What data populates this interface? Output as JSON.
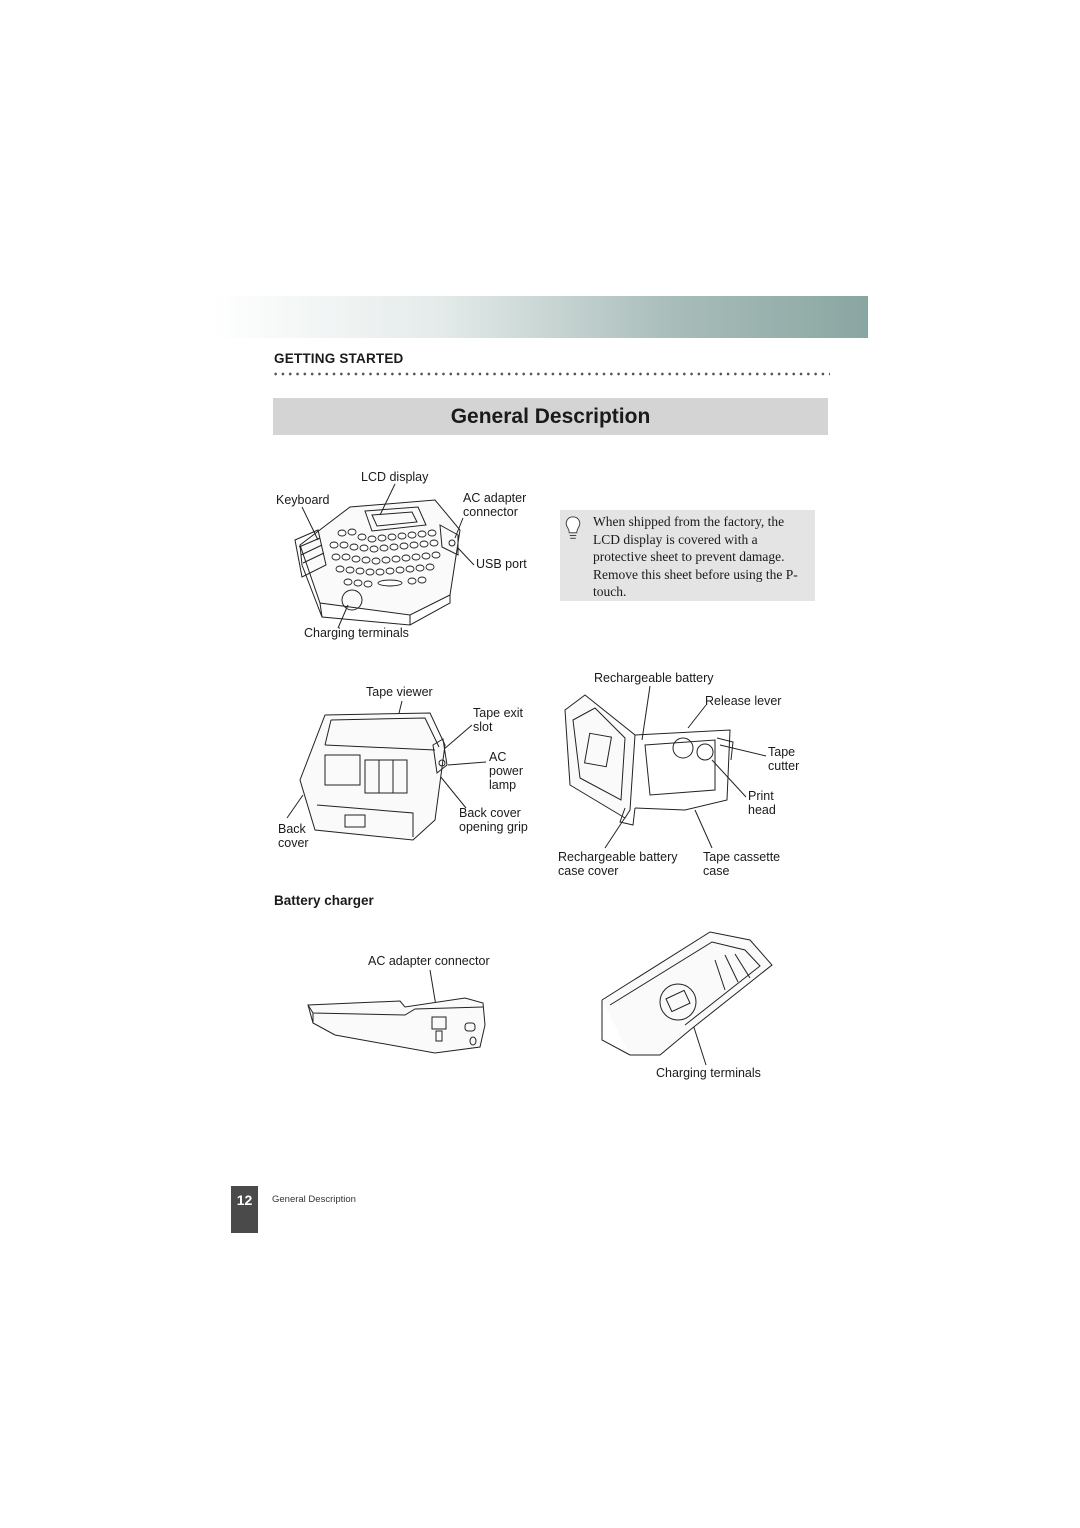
{
  "header": {
    "section": "GETTING STARTED",
    "title": "General Description"
  },
  "figure_top": {
    "labels": {
      "lcd_display": "LCD display",
      "keyboard": "Keyboard",
      "ac_adapter_connector": "AC adapter connector",
      "usb_port": "USB port",
      "charging_terminals": "Charging terminals"
    }
  },
  "note": {
    "icon": "lightbulb-icon",
    "text": "When shipped from the factory, the LCD display is covered with a protective sheet to prevent damage. Remove this sheet before using the P-touch."
  },
  "figure_back": {
    "labels": {
      "tape_viewer": "Tape viewer",
      "tape_exit_slot": "Tape exit slot",
      "ac_power_lamp": "AC power lamp",
      "back_cover_opening_grip": "Back cover opening grip",
      "back_cover": "Back cover"
    }
  },
  "figure_open": {
    "labels": {
      "rechargeable_battery": "Rechargeable battery",
      "release_lever": "Release lever",
      "tape_cutter": "Tape cutter",
      "print_head": "Print head",
      "rechargeable_battery_case_cover": "Rechargeable battery case cover",
      "tape_cassette_case": "Tape cassette case"
    }
  },
  "battery_charger": {
    "heading": "Battery charger",
    "labels": {
      "ac_adapter_connector": "AC adapter connector",
      "charging_terminals": "Charging terminals"
    }
  },
  "footer": {
    "page_number": "12",
    "text": "General Description"
  }
}
